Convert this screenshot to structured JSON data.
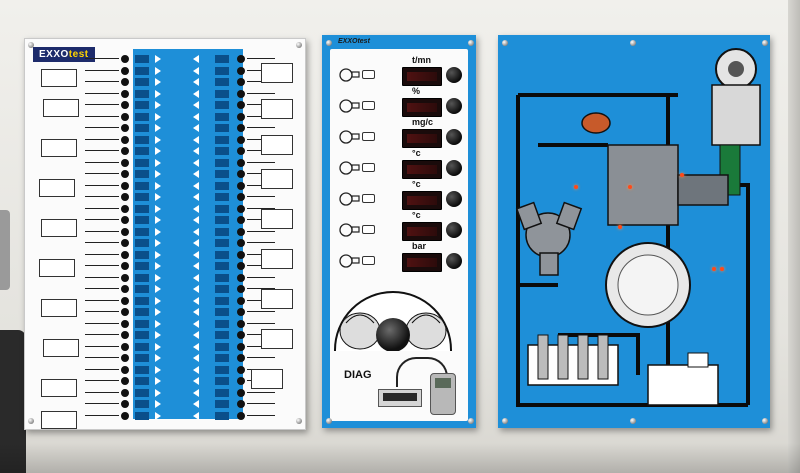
{
  "left_panel": {
    "brand_prefix": "EXXO",
    "brand_suffix": "test"
  },
  "mid_panel": {
    "brand_prefix": "EXXO",
    "brand_suffix": "test",
    "gauges": [
      {
        "unit": "t/mn",
        "sensor": "rpm-sensor-icon"
      },
      {
        "unit": "%",
        "sensor": "throttle-sensor-icon"
      },
      {
        "unit": "mg/c",
        "sensor": "airflow-sensor-icon"
      },
      {
        "unit": "°c",
        "sensor": "temp-sensor-icon"
      },
      {
        "unit": "°c",
        "sensor": "temp-sensor-icon"
      },
      {
        "unit": "°c",
        "sensor": "temp-sensor-icon"
      },
      {
        "unit": "bar",
        "sensor": "pressure-sensor-icon"
      }
    ],
    "diag_label": "DIAG"
  },
  "colors": {
    "panel_blue": "#1e8fd8",
    "display_bg": "#1a0b0b",
    "led": "#ff4a1a",
    "brand_navy": "#1d2b6b"
  }
}
